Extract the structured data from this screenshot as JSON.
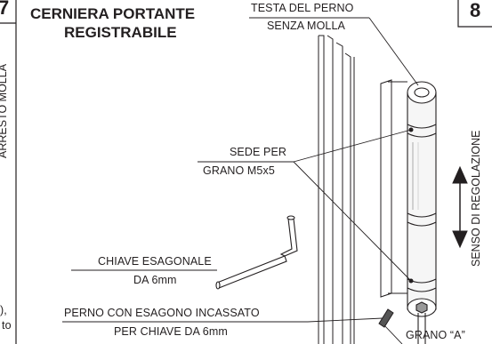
{
  "left_fragment": {
    "page_number": "7",
    "vertical_text": "ARRESTO MOLLA",
    "edge_chars_top": "),",
    "edge_chars_bottom": "to"
  },
  "right_fragment": {
    "page_number": "8"
  },
  "title": {
    "line1": "CERNIERA PORTANTE",
    "line2": "REGISTRABILE"
  },
  "labels": {
    "pin_head_line1": "TESTA DEL PERNO",
    "pin_head_line2": "SENZA MOLLA",
    "seat_line1": "SEDE PER",
    "seat_line2": "GRANO M5x5",
    "key_line1": "CHIAVE ESAGONALE",
    "key_line2": "DA 6mm",
    "pin_line1": "PERNO CON ESAGONO INCASSATO",
    "pin_line2": "PER CHIAVE DA 6mm",
    "grub": "GRANO “A”",
    "direction": "SENSO DI REGOLAZIONE"
  }
}
